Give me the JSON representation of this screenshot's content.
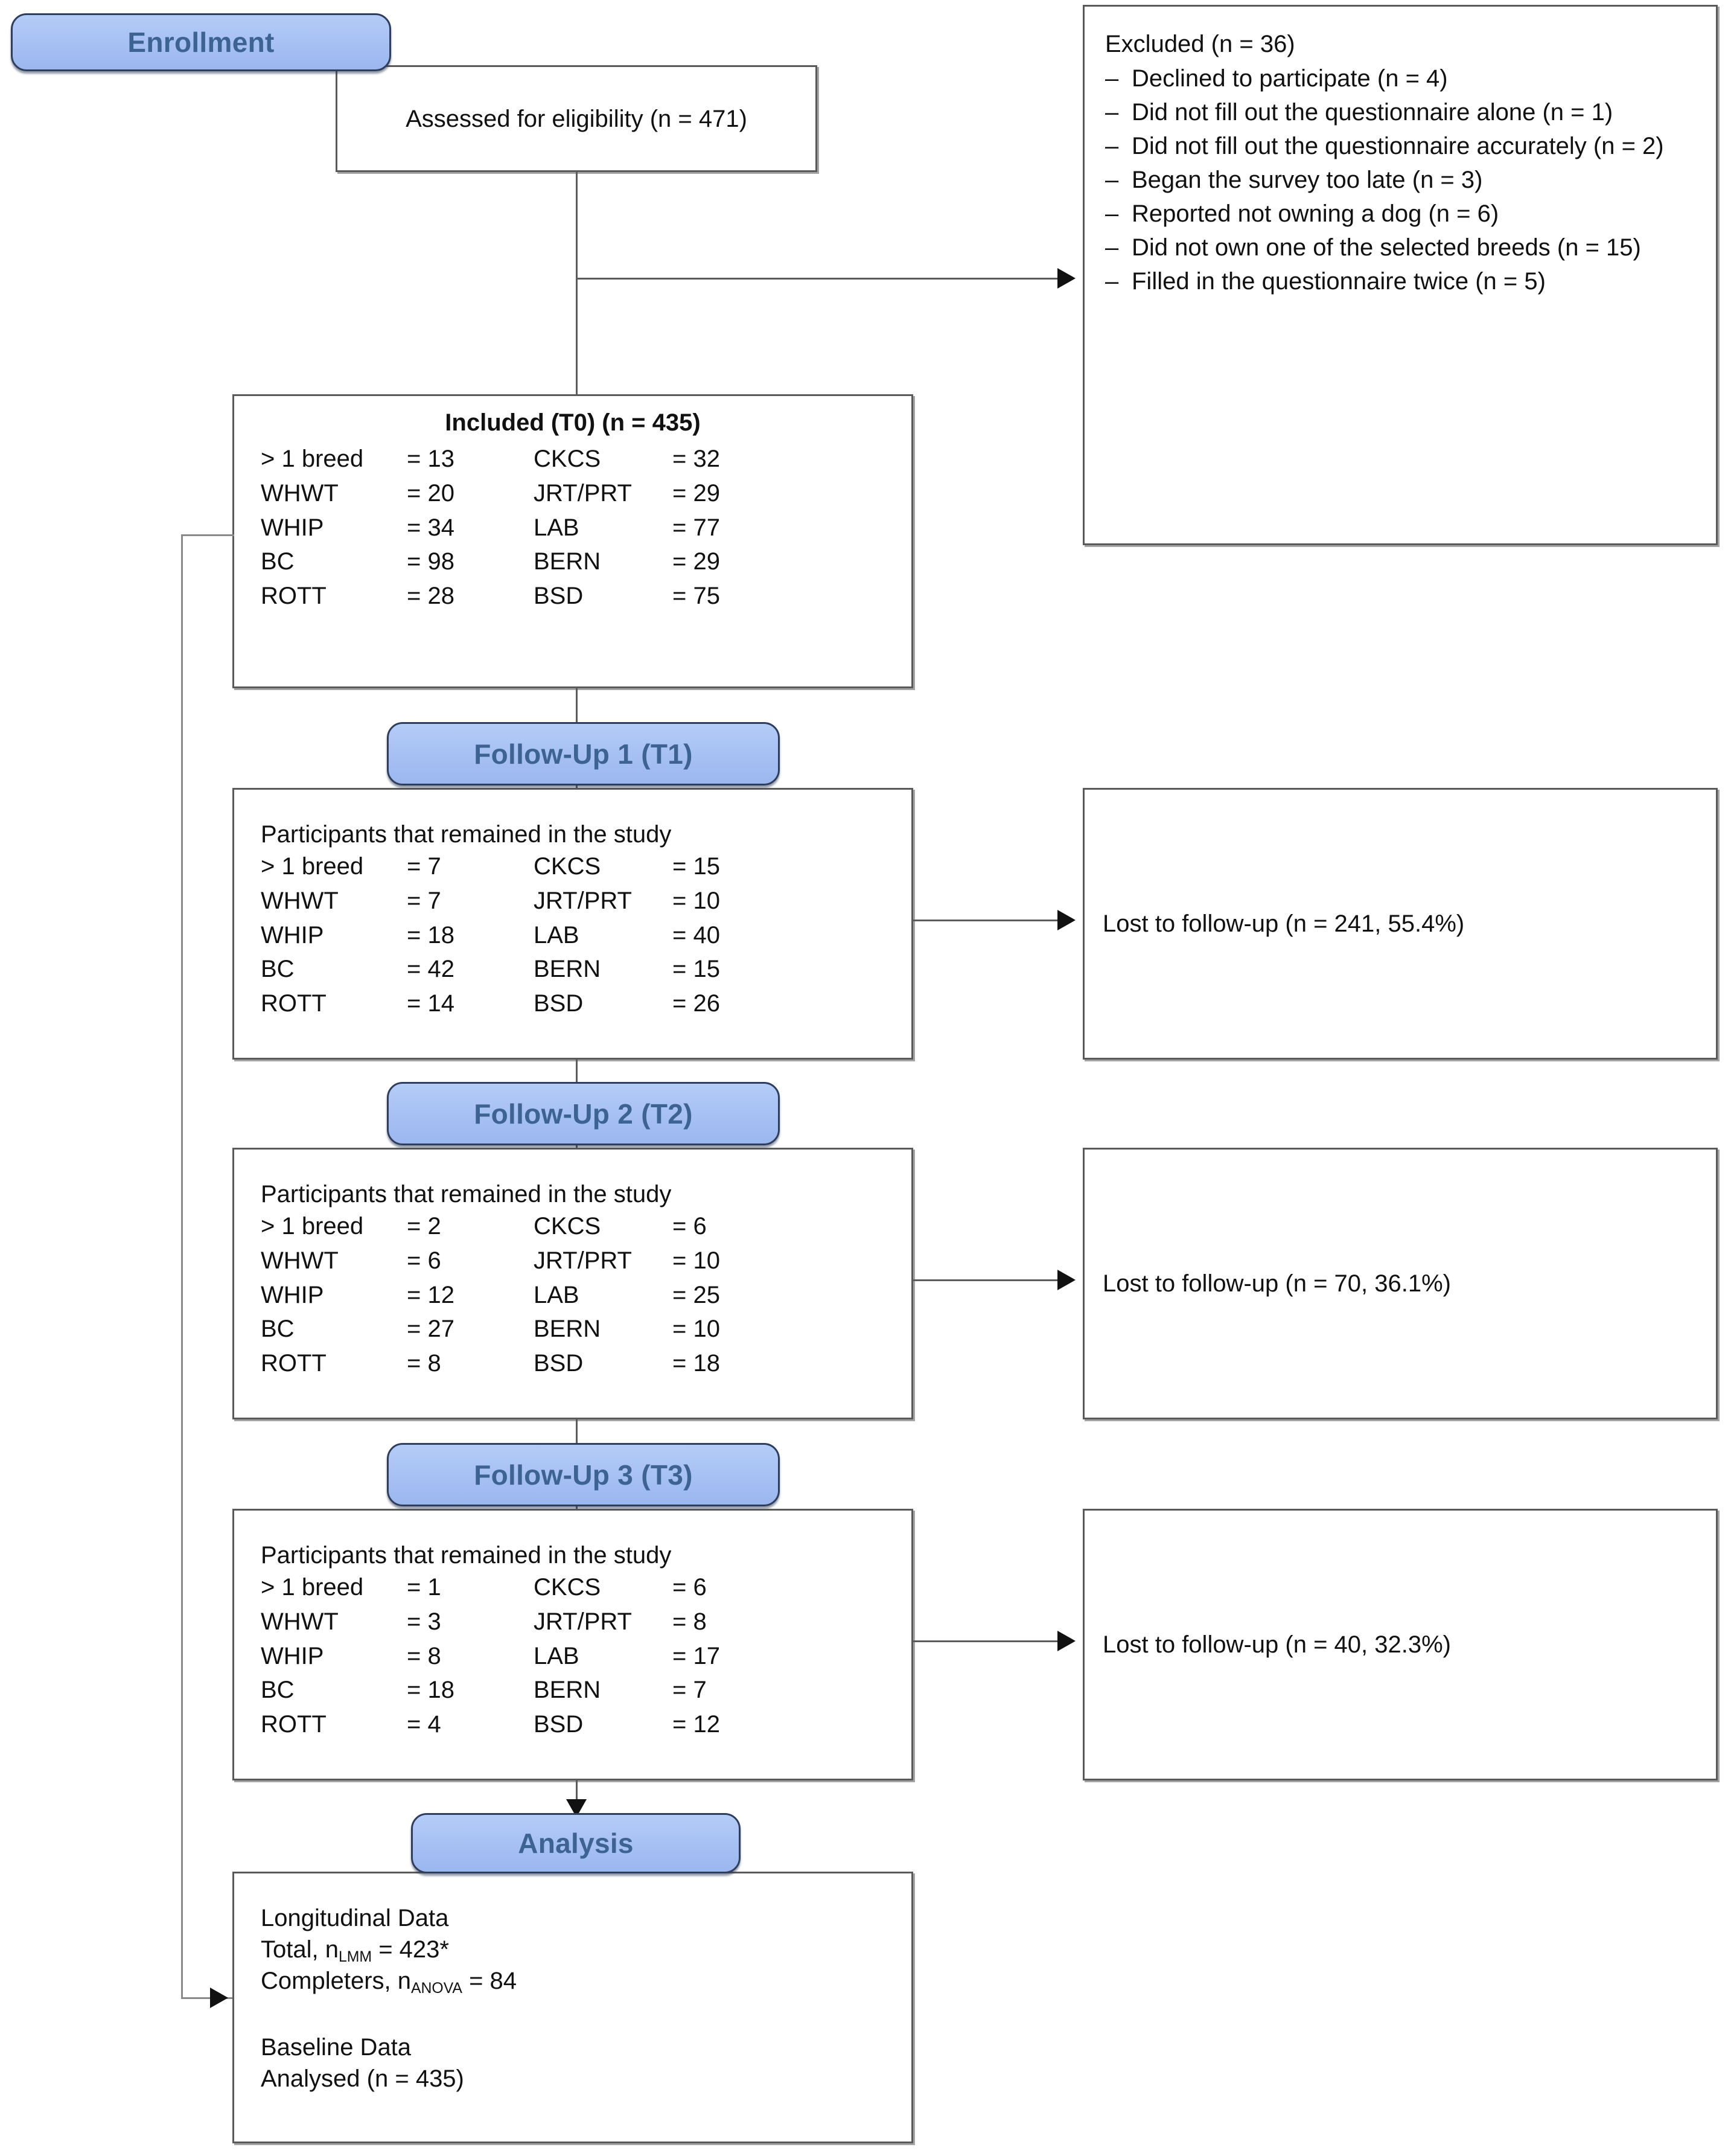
{
  "stages": {
    "enrollment_label": "Enrollment",
    "followup1_label": "Follow-Up 1 (T1)",
    "followup2_label": "Follow-Up 2 (T2)",
    "followup3_label": "Follow-Up 3 (T3)",
    "analysis_label": "Analysis"
  },
  "assessed": {
    "text": "Assessed for eligibility (n = 471)"
  },
  "excluded": {
    "title": "Excluded  (n = 36)",
    "dash": "–",
    "items": [
      "Declined to participate (n = 4)",
      "Did not fill out the questionnaire alone (n = 1)",
      "Did not fill out the questionnaire accurately (n = 2)",
      "Began the survey too late (n = 3)",
      "Reported not owning a dog (n = 6)",
      "Did not own one of the selected breeds (n = 15)",
      "Filled in the questionnaire twice (n = 5)"
    ]
  },
  "included": {
    "title": "Included (T0) (n = 435)",
    "rows": [
      {
        "l_name": "> 1 breed",
        "l_val": "= 13",
        "r_name": "CKCS",
        "r_val": "= 32"
      },
      {
        "l_name": "WHWT",
        "l_val": "= 20",
        "r_name": "JRT/PRT",
        "r_val": "= 29"
      },
      {
        "l_name": "WHIP",
        "l_val": "= 34",
        "r_name": "LAB",
        "r_val": "= 77"
      },
      {
        "l_name": "BC",
        "l_val": "= 98",
        "r_name": "BERN",
        "r_val": "= 29"
      },
      {
        "l_name": "ROTT",
        "l_val": "= 28",
        "r_name": "BSD",
        "r_val": "= 75"
      }
    ]
  },
  "t1": {
    "header": "Participants that remained in the study",
    "rows": [
      {
        "l_name": "> 1 breed",
        "l_val": "= 7",
        "r_name": "CKCS",
        "r_val": "= 15"
      },
      {
        "l_name": "WHWT",
        "l_val": "= 7",
        "r_name": "JRT/PRT",
        "r_val": "= 10"
      },
      {
        "l_name": "WHIP",
        "l_val": "= 18",
        "r_name": "LAB",
        "r_val": "= 40"
      },
      {
        "l_name": "BC",
        "l_val": "= 42",
        "r_name": "BERN",
        "r_val": "= 15"
      },
      {
        "l_name": "ROTT",
        "l_val": "= 14",
        "r_name": "BSD",
        "r_val": "= 26"
      }
    ],
    "lost": "Lost to follow-up (n = 241, 55.4%)"
  },
  "t2": {
    "header": "Participants that remained in the study",
    "rows": [
      {
        "l_name": "> 1 breed",
        "l_val": "= 2",
        "r_name": "CKCS",
        "r_val": "= 6"
      },
      {
        "l_name": "WHWT",
        "l_val": "= 6",
        "r_name": "JRT/PRT",
        "r_val": "= 10"
      },
      {
        "l_name": "WHIP",
        "l_val": "= 12",
        "r_name": "LAB",
        "r_val": "= 25"
      },
      {
        "l_name": "BC",
        "l_val": "= 27",
        "r_name": "BERN",
        "r_val": "= 10"
      },
      {
        "l_name": "ROTT",
        "l_val": "= 8",
        "r_name": "BSD",
        "r_val": "= 18"
      }
    ],
    "lost": "Lost to follow-up (n = 70, 36.1%)"
  },
  "t3": {
    "header": "Participants that remained in the study",
    "rows": [
      {
        "l_name": "> 1 breed",
        "l_val": "= 1",
        "r_name": "CKCS",
        "r_val": "= 6"
      },
      {
        "l_name": "WHWT",
        "l_val": "= 3",
        "r_name": "JRT/PRT",
        "r_val": "= 8"
      },
      {
        "l_name": "WHIP",
        "l_val": "= 8",
        "r_name": "LAB",
        "r_val": "= 17"
      },
      {
        "l_name": "BC",
        "l_val": "= 18",
        "r_name": "BERN",
        "r_val": "= 7"
      },
      {
        "l_name": "ROTT",
        "l_val": "= 4",
        "r_name": "BSD",
        "r_val": "= 12"
      }
    ],
    "lost": "Lost to follow-up (n = 40, 32.3%)"
  },
  "analysis": {
    "longitudinal_title": "Longitudinal Data",
    "total_prefix": "Total, n",
    "total_sub": "LMM",
    "total_value": " = 423*",
    "completers_prefix": "Completers, n",
    "completers_sub": "ANOVA",
    "completers_value": " = 84",
    "baseline_title": "Baseline Data",
    "baseline_value": "Analysed  (n = 435)"
  },
  "colors": {
    "pill_fill": "#a6c0f3",
    "pill_border": "#2e3e5c",
    "pill_text": "#3c6392",
    "box_border": "#5a5a5a",
    "connector": "#5c5c5c",
    "text": "#111111"
  }
}
